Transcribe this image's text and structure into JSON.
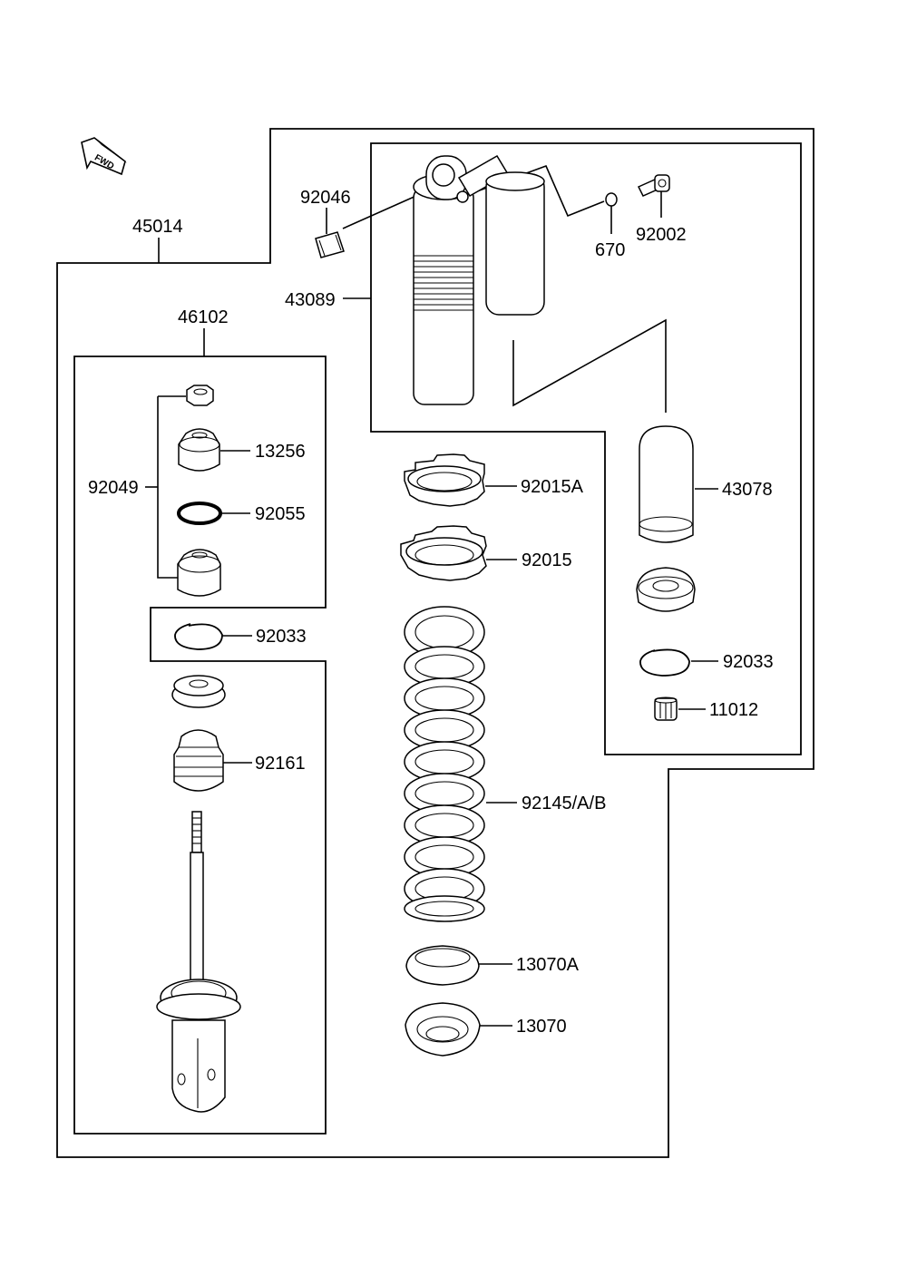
{
  "fwd_badge": "FWD",
  "labels": {
    "p45014": "45014",
    "p46102": "46102",
    "p92046": "92046",
    "p43089": "43089",
    "p670": "670",
    "p92002": "92002",
    "p13256": "13256",
    "p92049": "92049",
    "p92055": "92055",
    "p92033a": "92033",
    "p92161": "92161",
    "p92015A": "92015A",
    "p92015": "92015",
    "p92145": "92145/A/B",
    "p13070A": "13070A",
    "p13070": "13070",
    "p43078": "43078",
    "p92033b": "92033",
    "p11012": "11012"
  }
}
